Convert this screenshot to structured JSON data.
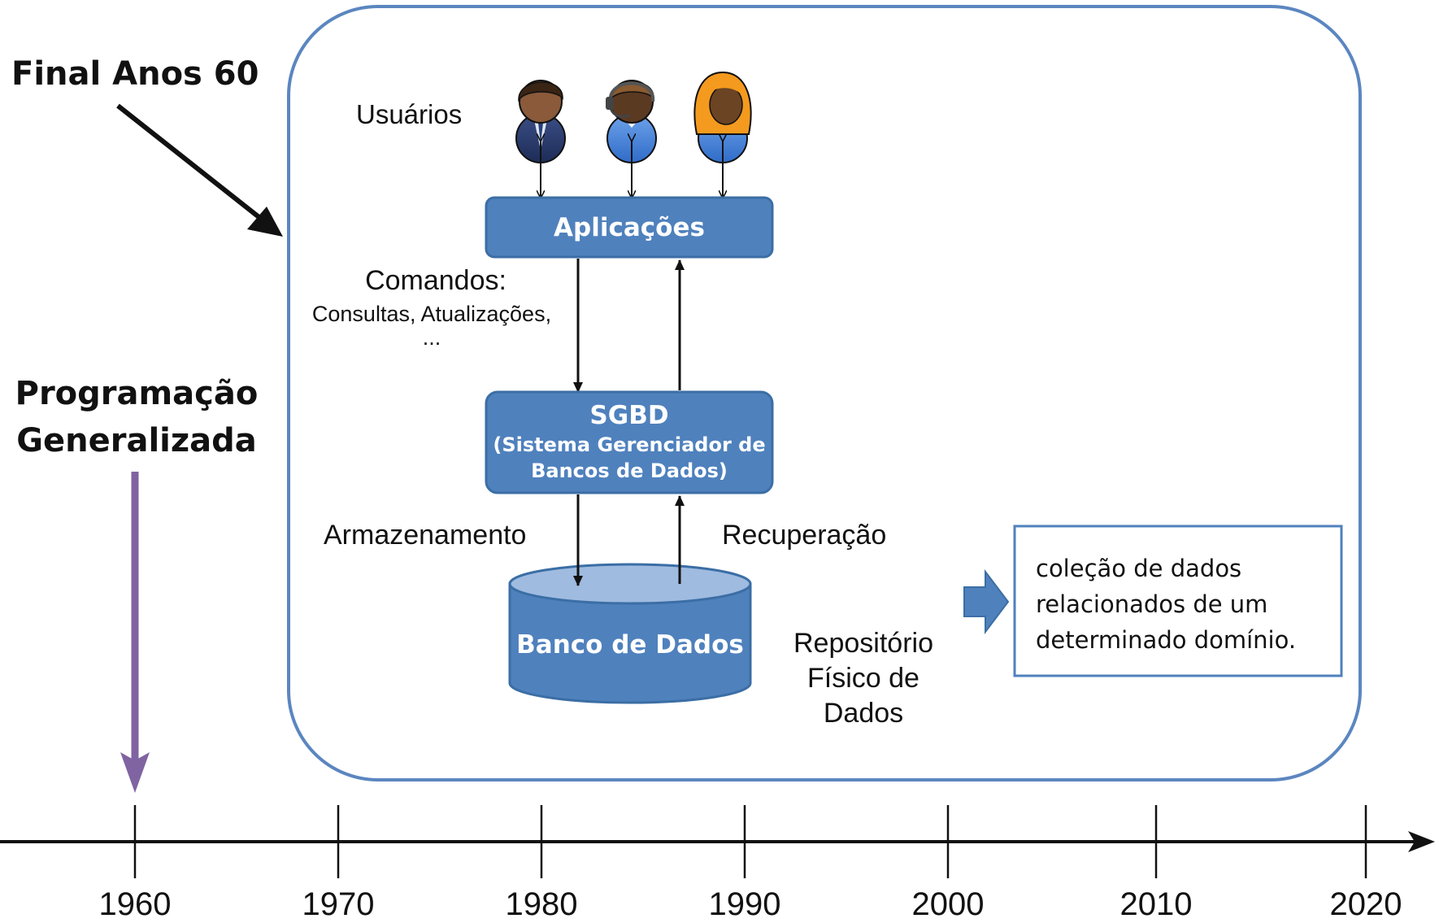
{
  "labels": {
    "final_anos": "Final Anos 60",
    "programacao_line1": "Programação",
    "programacao_line2": "Generalizada",
    "usuarios": "Usuários",
    "aplicacoes": "Aplicações",
    "comandos": "Comandos:",
    "consultas": "Consultas, Atualizações,",
    "ellipsis": "...",
    "sgbd": "SGBD",
    "sgbd_line2": "(Sistema Gerenciador de",
    "sgbd_line3": "Bancos de Dados)",
    "armazenamento": "Armazenamento",
    "recuperacao": "Recuperação",
    "banco_de_dados": "Banco de Dados",
    "repositorio_line1": "Repositório",
    "repositorio_line2": "Físico de",
    "repositorio_line3": "Dados",
    "definicao_line1": "coleção de dados",
    "definicao_line2": "relacionados de um",
    "definicao_line3": "determinado domínio."
  },
  "timeline": {
    "years": [
      "1960",
      "1970",
      "1980",
      "1990",
      "2000",
      "2010",
      "2020"
    ]
  },
  "colors": {
    "box_fill": "#4f81bd",
    "box_border": "#3b6ea5",
    "frame_border": "#5b86c0",
    "purple_arrow": "#8064a2",
    "cylinder_top": "#9fbbe0"
  },
  "icons": [
    "user-man-suit-icon",
    "user-headset-icon",
    "user-woman-icon"
  ]
}
